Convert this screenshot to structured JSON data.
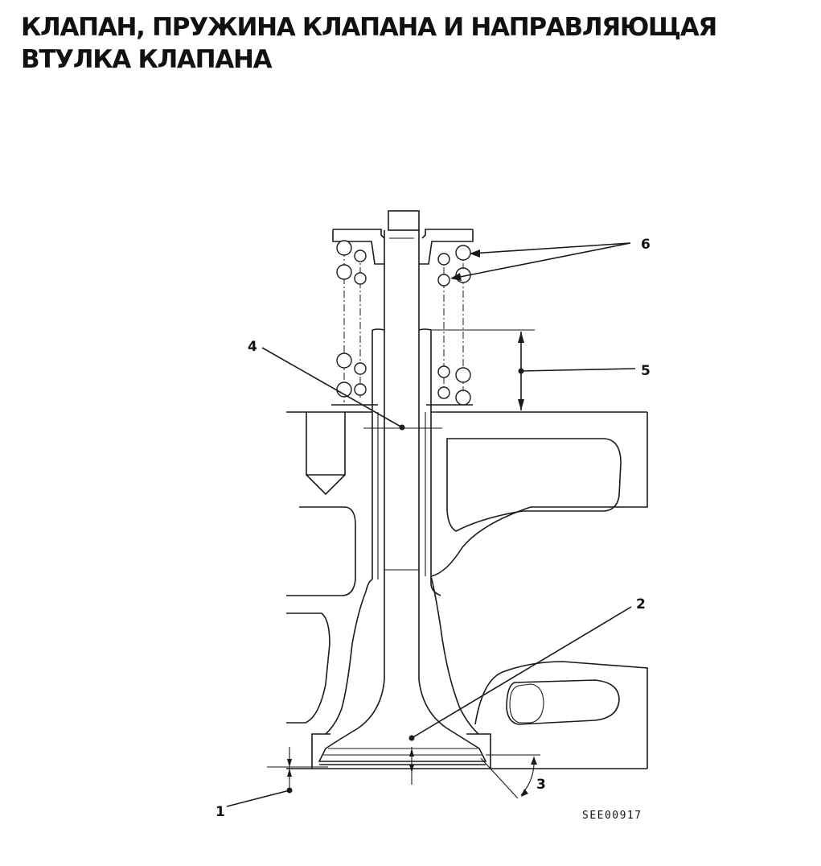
{
  "title": {
    "line1": "КЛАПАН, ПРУЖИНА КЛАПАНА И НАПРАВЛЯЮЩАЯ",
    "line2": "ВТУЛКА КЛАПАНА"
  },
  "diagram": {
    "callouts": {
      "c1": "1",
      "c2": "2",
      "c3": "3",
      "c4": "4",
      "c5": "5",
      "c6": "6"
    },
    "figure_code": "SEE00917"
  }
}
